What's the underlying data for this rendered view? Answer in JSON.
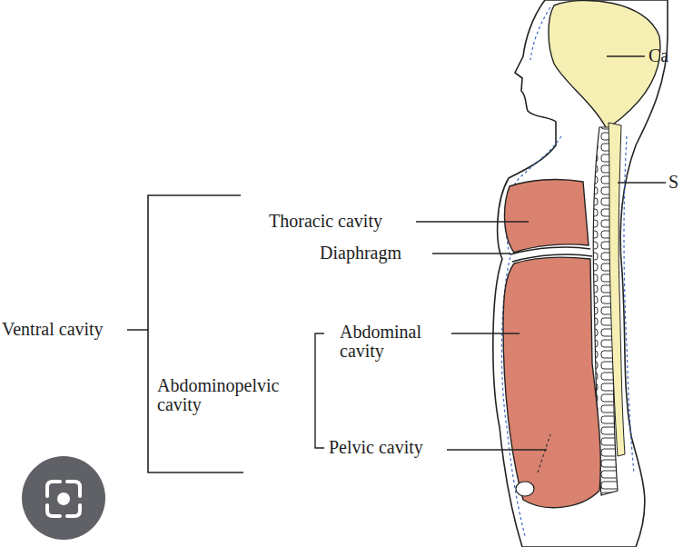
{
  "diagram": {
    "labels": [
      "Ventral cavity",
      "Thoracic cavity",
      "Diaphragm",
      "Abdominal cavity",
      "Abdominopelvic cavity",
      "Pelvic cavity",
      "Ca",
      "S"
    ]
  }
}
